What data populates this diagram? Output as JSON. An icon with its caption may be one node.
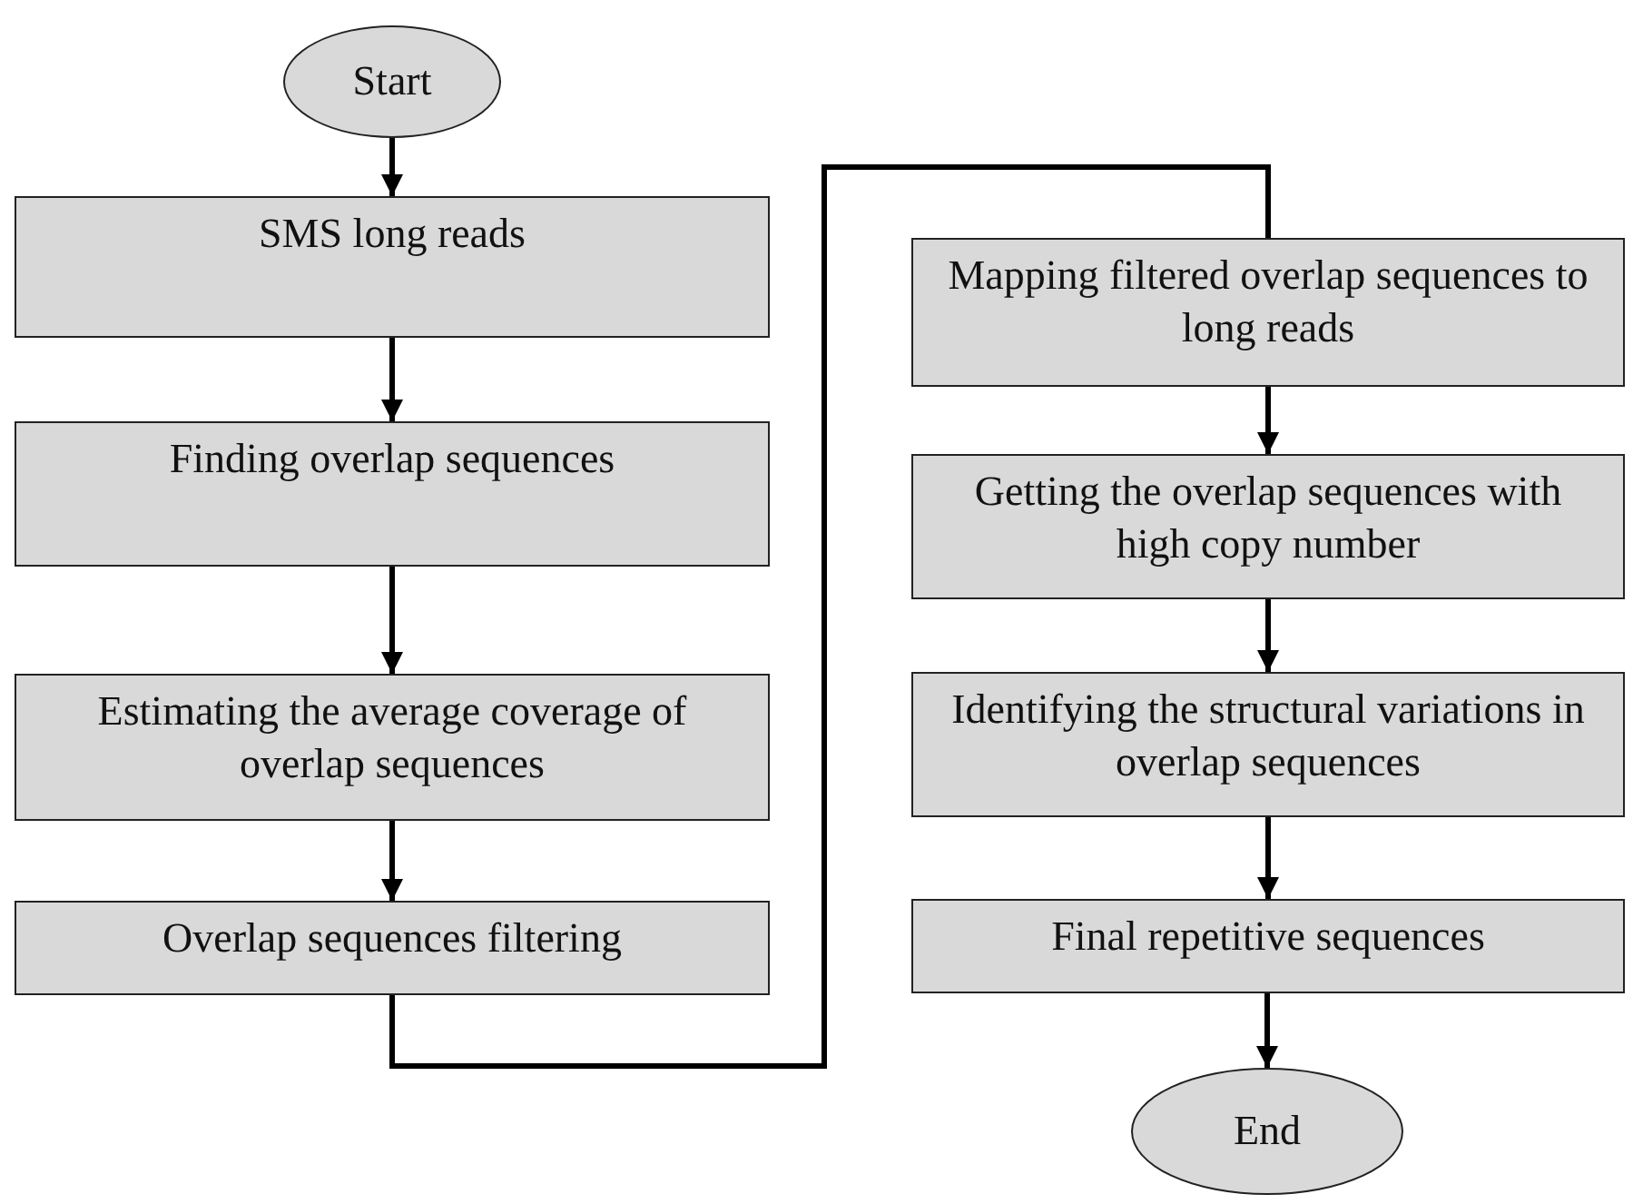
{
  "diagram": {
    "nodes": [
      {
        "text": [
          "Start"
        ]
      },
      {
        "text": [
          "SMS long reads"
        ]
      },
      {
        "text": [
          "Finding overlap sequences"
        ]
      },
      {
        "text": [
          "Estimating the average coverage of overlap sequences"
        ]
      },
      {
        "text": [
          "Overlap sequences filtering"
        ]
      },
      {
        "text": [
          "Mapping filtered overlap sequences to long reads"
        ]
      },
      {
        "text": [
          "Getting the overlap sequences with high copy number"
        ]
      },
      {
        "text": [
          "Identifying the structural variations in overlap sequences"
        ]
      },
      {
        "text": [
          "Final repetitive sequences"
        ]
      },
      {
        "text": [
          "End"
        ]
      }
    ],
    "edges": [
      {
        "from": 0,
        "to": 1,
        "arrow": "to"
      },
      {
        "from": 1,
        "to": 2,
        "arrow": "to"
      },
      {
        "from": 2,
        "to": 3,
        "arrow": "to"
      },
      {
        "from": 3,
        "to": 4,
        "arrow": "to"
      },
      {
        "from": 4,
        "to": 5,
        "arrow": "none"
      },
      {
        "from": 5,
        "to": 6,
        "arrow": "to"
      },
      {
        "from": 6,
        "to": 7,
        "arrow": "to"
      },
      {
        "from": 7,
        "to": 8,
        "arrow": "to"
      },
      {
        "from": 8,
        "to": 9,
        "arrow": "to"
      }
    ]
  }
}
